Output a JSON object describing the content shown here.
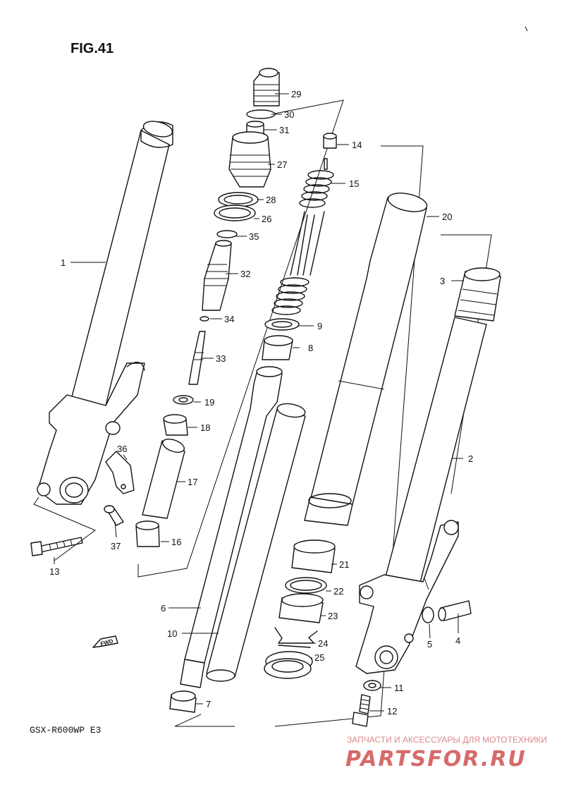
{
  "figure": {
    "title": "FIG.41",
    "model": "GSX-R600WP E3"
  },
  "fwd": {
    "label": "FWD"
  },
  "parts": [
    {
      "id": "1"
    },
    {
      "id": "2"
    },
    {
      "id": "3"
    },
    {
      "id": "4"
    },
    {
      "id": "5"
    },
    {
      "id": "6"
    },
    {
      "id": "7"
    },
    {
      "id": "8"
    },
    {
      "id": "9"
    },
    {
      "id": "10"
    },
    {
      "id": "11"
    },
    {
      "id": "12"
    },
    {
      "id": "13"
    },
    {
      "id": "14"
    },
    {
      "id": "15"
    },
    {
      "id": "16"
    },
    {
      "id": "17"
    },
    {
      "id": "18"
    },
    {
      "id": "19"
    },
    {
      "id": "20"
    },
    {
      "id": "21"
    },
    {
      "id": "22"
    },
    {
      "id": "23"
    },
    {
      "id": "24"
    },
    {
      "id": "25"
    },
    {
      "id": "26"
    },
    {
      "id": "27"
    },
    {
      "id": "28"
    },
    {
      "id": "29"
    },
    {
      "id": "30"
    },
    {
      "id": "31"
    },
    {
      "id": "32"
    },
    {
      "id": "33"
    },
    {
      "id": "34"
    },
    {
      "id": "35"
    },
    {
      "id": "36"
    },
    {
      "id": "37"
    }
  ],
  "watermark": {
    "tagline": "ЗАПЧАСТИ И АКСЕССУАРЫ ДЛЯ МОТОТЕХНИКИ",
    "brand": "PARTSFOR.RU"
  }
}
